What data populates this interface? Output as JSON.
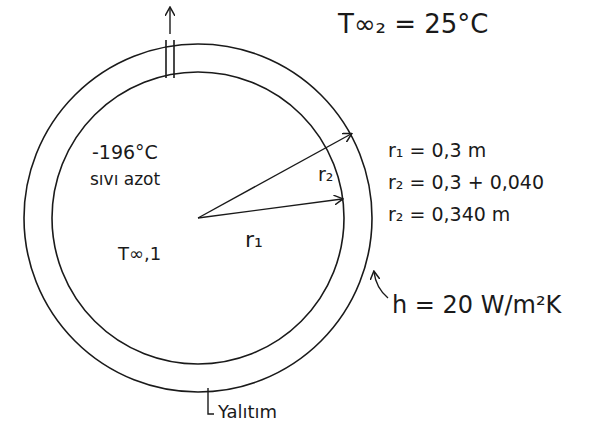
{
  "diagram": {
    "labels": [
      "T∞₂ = 25°C",
      "-196°C",
      "sıvı azot",
      "T∞,1",
      "r₂",
      "r₁",
      "r₁ = 0,3 m",
      "r₂ = 0,3 + 0,040",
      "r₂ = 0,340 m",
      "h = 20 W/m²K",
      "Yalıtım"
    ]
  }
}
